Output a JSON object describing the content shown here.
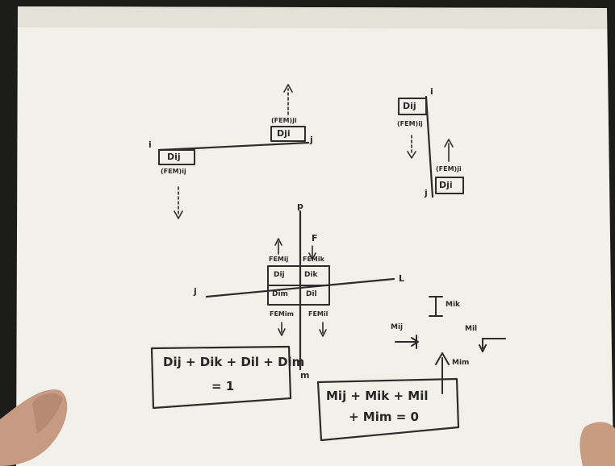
{
  "top_left_member": {
    "near_end_label": "i",
    "far_end_label": "j",
    "near_box": "Dij",
    "near_moment": "(FEM)ij",
    "far_box": "Dji",
    "far_moment": "(FEM)ji"
  },
  "top_right_member": {
    "top_end_label": "i",
    "bottom_end_label": "j",
    "top_box": "Dij",
    "top_moment": "(FEM)ij",
    "bottom_box": "Dji",
    "bottom_moment": "(FEM)ji"
  },
  "joint": {
    "left_label": "j",
    "right_label": "L",
    "top_label": "p",
    "bottom_label": "m",
    "upper_right_label": "F",
    "box_top_left": "Dij",
    "box_top_right": "Dik",
    "box_bottom_left": "Dim",
    "box_bottom_right": "Dil",
    "moment_top_left": "FEMij",
    "moment_top_right": "FEMik",
    "moment_bottom_left": "FEMim",
    "moment_bottom_right": "FEMil"
  },
  "equation_1": {
    "line1": "Dij + Dik + Dil + Dim",
    "line2": "= 1"
  },
  "free_body": {
    "m_ij": "Mij",
    "m_ik": "Mik",
    "m_il": "Mil",
    "m_im": "Mim"
  },
  "equation_2": {
    "line1": "Mij + Mik + Mil",
    "line2": "+ Mim = 0"
  }
}
